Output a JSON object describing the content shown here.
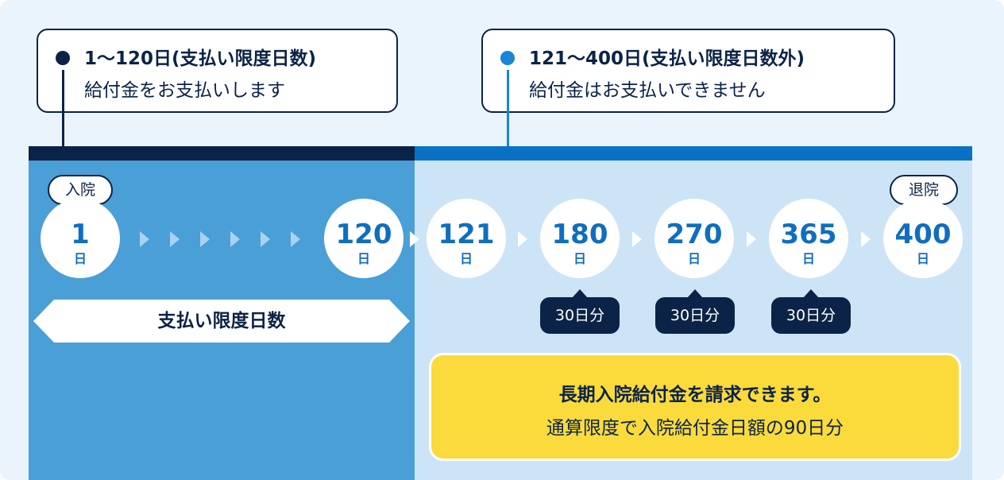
{
  "callouts": {
    "paid": {
      "title": "1〜120日(支払い限度日数)",
      "subtitle": "給付金をお支払いします",
      "color": "#0b2346"
    },
    "unpaid": {
      "title": "121〜400日(支払い限度日数外)",
      "subtitle": "給付金はお支払いできません",
      "color": "#1a85d4"
    }
  },
  "tags": {
    "admission": "入院",
    "discharge": "退院"
  },
  "days": [
    {
      "num": "1",
      "unit": "日"
    },
    {
      "num": "120",
      "unit": "日"
    },
    {
      "num": "121",
      "unit": "日"
    },
    {
      "num": "180",
      "unit": "日"
    },
    {
      "num": "270",
      "unit": "日"
    },
    {
      "num": "365",
      "unit": "日"
    },
    {
      "num": "400",
      "unit": "日"
    }
  ],
  "pills": [
    "30日分",
    "30日分",
    "30日分"
  ],
  "limit_label": "支払い限度日数",
  "notice": {
    "title": "長期入院給付金を請求できます。",
    "subtitle": "通算限度で入院給付金日額の90日分"
  },
  "colors": {
    "navy": "#0b2346",
    "accent_blue": "#0a72c4",
    "zone_paid": "#4a9fd6",
    "zone_unpaid": "#cde4f6",
    "notice_yellow": "#fbda3c"
  }
}
